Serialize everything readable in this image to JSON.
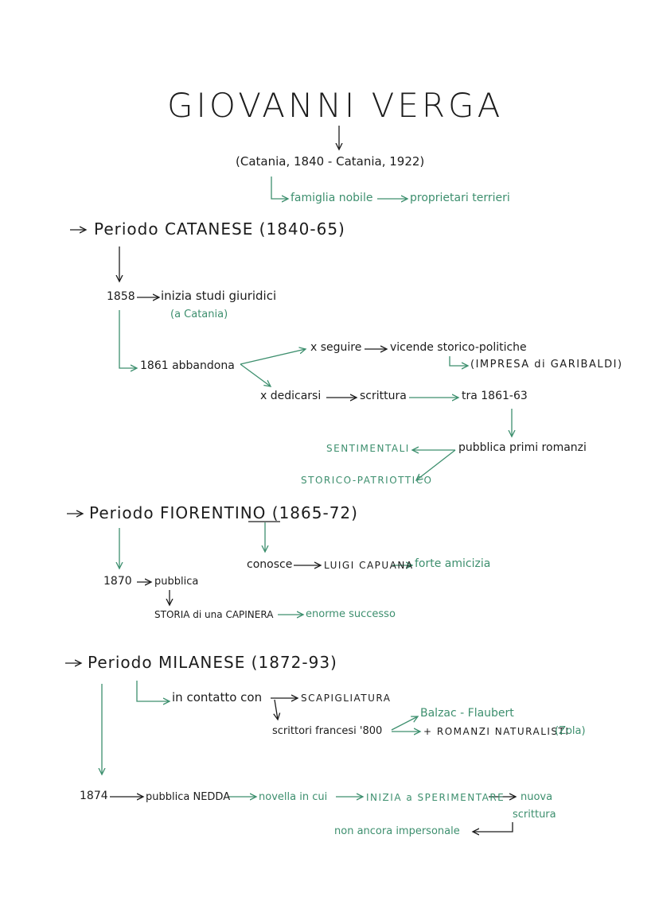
{
  "colors": {
    "ink": "#1c1c1c",
    "green": "#3d8f6e"
  },
  "title": "GIOVANNI VERGA",
  "life": "(Catania, 1840 - Catania, 1922)",
  "family": {
    "a": "famiglia nobile",
    "b": "proprietari terrieri"
  },
  "catanese": {
    "heading": "Periodo CATANESE (1840-65)",
    "y1858": "1858",
    "studi": "inizia studi giuridici",
    "citta": "(a Catania)",
    "y1861": "1861 abbandona",
    "seguire": "x seguire",
    "vicende": "vicende storico-politiche",
    "impresa": "(IMPRESA di GARIBALDI)",
    "dedicarsi": "x dedicarsi",
    "scrittura": "scrittura",
    "tra": "tra 1861-63",
    "pubblica": "pubblica primi romanzi",
    "sentimentali": "SENTIMENTALI",
    "storico": "STORICO-PATRIOTTICO"
  },
  "fiorentino": {
    "heading": "Periodo FIORENTINO (1865-72)",
    "conosce": "conosce",
    "capuana": "LUIGI CAPUANA",
    "amicizia": "forte amicizia",
    "y1870": "1870",
    "pubblica": "pubblica",
    "storia": "STORIA di una CAPINERA",
    "successo": "enorme successo"
  },
  "milanese": {
    "heading": "Periodo MILANESE (1872-93)",
    "contatto": "in contatto con",
    "scapigliatura": "SCAPIGLIATURA",
    "scrittori": "scrittori francesi '800",
    "balzac": "Balzac - Flaubert",
    "romanzi": "+ ROMANZI NATURALISTI",
    "zola": "(Zola)",
    "y1874": "1874",
    "nedda": "pubblica NEDDA",
    "novella": "novella in cui",
    "inizia": "INIZIA a SPERIMENTARE",
    "nuova": "nuova",
    "scrittura2": "scrittura",
    "impersonale": "non ancora impersonale"
  }
}
